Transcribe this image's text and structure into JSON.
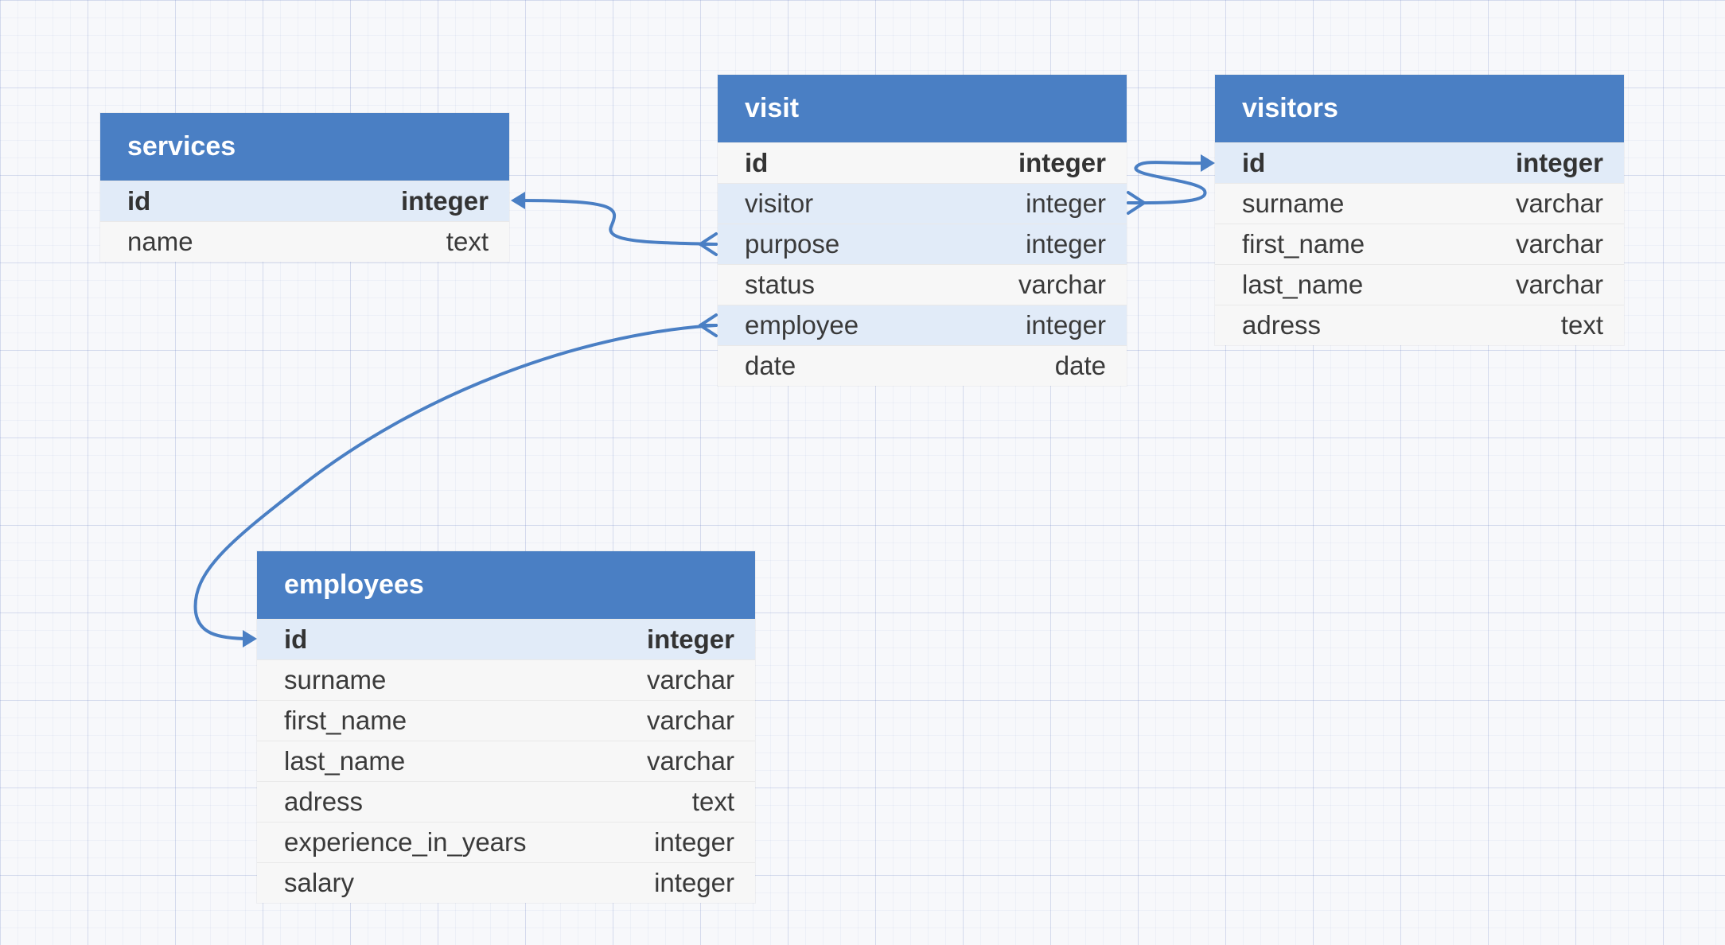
{
  "colors": {
    "header": "#4a7fc4",
    "connector": "#4a7fc4",
    "row_highlight": "#e1ebf8",
    "row_default": "#f7f7f7"
  },
  "tables": {
    "services": {
      "name": "services",
      "columns": [
        {
          "name": "id",
          "type": "integer"
        },
        {
          "name": "name",
          "type": "text"
        }
      ]
    },
    "visit": {
      "name": "visit",
      "columns": [
        {
          "name": "id",
          "type": "integer"
        },
        {
          "name": "visitor",
          "type": "integer"
        },
        {
          "name": "purpose",
          "type": "integer"
        },
        {
          "name": "status",
          "type": "varchar"
        },
        {
          "name": "employee",
          "type": "integer"
        },
        {
          "name": "date",
          "type": "date"
        }
      ]
    },
    "visitors": {
      "name": "visitors",
      "columns": [
        {
          "name": "id",
          "type": "integer"
        },
        {
          "name": "surname",
          "type": "varchar"
        },
        {
          "name": "first_name",
          "type": "varchar"
        },
        {
          "name": "last_name",
          "type": "varchar"
        },
        {
          "name": "adress",
          "type": "text"
        }
      ]
    },
    "employees": {
      "name": "employees",
      "columns": [
        {
          "name": "id",
          "type": "integer"
        },
        {
          "name": "surname",
          "type": "varchar"
        },
        {
          "name": "first_name",
          "type": "varchar"
        },
        {
          "name": "last_name",
          "type": "varchar"
        },
        {
          "name": "adress",
          "type": "text"
        },
        {
          "name": "experience_in_years",
          "type": "integer"
        },
        {
          "name": "salary",
          "type": "integer"
        }
      ]
    }
  },
  "relations": [
    {
      "from": "visit.visitor",
      "to": "visitors.id"
    },
    {
      "from": "visit.purpose",
      "to": "services.id"
    },
    {
      "from": "visit.employee",
      "to": "employees.id"
    }
  ]
}
